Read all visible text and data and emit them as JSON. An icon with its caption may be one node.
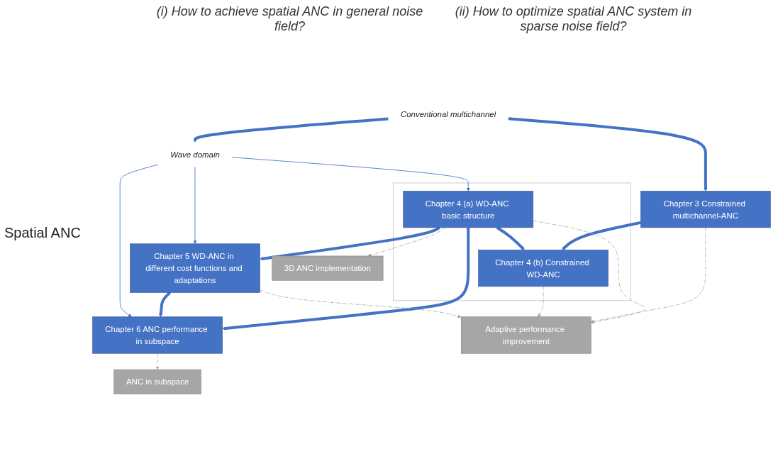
{
  "diagram": {
    "nodes": [
      {
        "text": [
          "Conventional multichannel"
        ]
      },
      {
        "text": [
          "Wave domain"
        ]
      },
      {
        "text": [
          "Chapter 3 Constrained multichannel-ANC"
        ]
      },
      {
        "text": [],
        "shape": "box"
      },
      {
        "text": [
          "Chapter 4 (a) WD-ANC basic structure"
        ],
        "in": 3
      },
      {
        "text": [
          "Chapter 4 (b) Constrained WD-ANC"
        ],
        "in": 3
      },
      {
        "text": [
          "Chapter 5 WD-ANC in different cost functions and adaptations"
        ]
      },
      {
        "text": [
          "Chapter 6 ANC performance in subspace"
        ]
      },
      {
        "text": [
          "3D ANC implementation"
        ]
      },
      {
        "text": [
          "Adaptive performance improvement"
        ]
      },
      {
        "text": [
          "ANC in subspace"
        ]
      }
    ],
    "edges": [
      {
        "from": 0,
        "to": 2,
        "arrow": "to",
        "style": "thick"
      },
      {
        "from": 0,
        "to": 1,
        "arrow": "to",
        "style": "thick"
      },
      {
        "from": 2,
        "to": 5,
        "arrow": "to",
        "style": "thick"
      },
      {
        "from": 4,
        "to": 5,
        "arrow": "to",
        "style": "thick"
      },
      {
        "from": 4,
        "to": 6,
        "arrow": "to",
        "style": "thick"
      },
      {
        "from": 4,
        "to": 7,
        "arrow": "to",
        "style": "thick"
      },
      {
        "from": 6,
        "to": 7,
        "arrow": "to",
        "style": "thick"
      },
      {
        "from": 1,
        "to": 4,
        "arrow": "to"
      },
      {
        "from": 1,
        "to": 6,
        "arrow": "to"
      },
      {
        "from": 1,
        "to": 7,
        "arrow": "to"
      },
      {
        "from": 4,
        "to": 8,
        "arrow": "to",
        "style": "dashed",
        "color": "#a6a6a6"
      },
      {
        "from": 4,
        "to": 9,
        "arrow": "to",
        "style": "dashed",
        "color": "#a6a6a6"
      },
      {
        "from": 2,
        "to": 9,
        "arrow": "to",
        "style": "dashed",
        "color": "#a6a6a6"
      },
      {
        "from": 5,
        "to": 9,
        "arrow": "to",
        "style": "dashed",
        "color": "#a6a6a6"
      },
      {
        "from": 6,
        "to": 9,
        "arrow": "to",
        "style": "dashed",
        "color": "#a6a6a6"
      },
      {
        "from": 7,
        "to": 10,
        "arrow": "to",
        "style": "dashed",
        "color": "#a6a6a6"
      }
    ],
    "labels": [
      "(i) How to achieve spatial ANC in general noise field?",
      "(ii) How to optimize spatial ANC system in sparse noise field?",
      "Spatial ANC"
    ]
  }
}
